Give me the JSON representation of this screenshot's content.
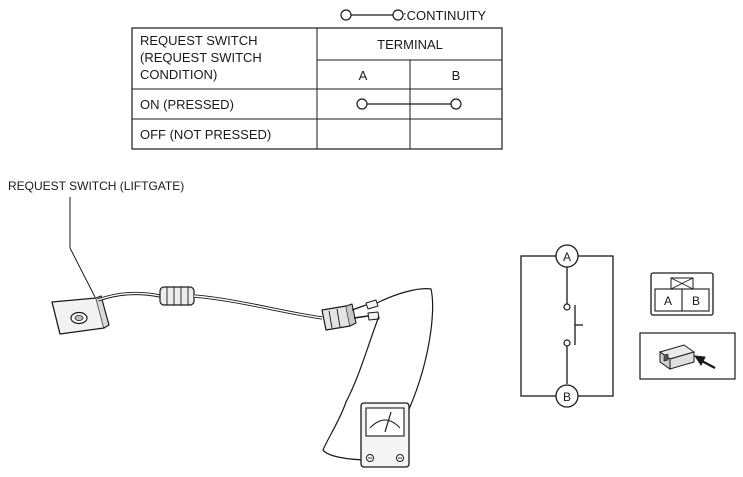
{
  "legend": {
    "symbol": "continuity-symbol",
    "label": ":CONTINUITY"
  },
  "table": {
    "condition_header": [
      "REQUEST SWITCH",
      "(REQUEST SWITCH",
      "CONDITION)"
    ],
    "terminal_header": "TERMINAL",
    "terminals": [
      "A",
      "B"
    ],
    "rows": [
      {
        "condition": "ON (PRESSED)",
        "continuity": true
      },
      {
        "condition": "OFF (NOT PRESSED)",
        "continuity": false
      }
    ]
  },
  "callout": {
    "label": "REQUEST SWITCH (LIFTGATE)"
  },
  "schematic": {
    "top_terminal": "A",
    "bottom_terminal": "B"
  },
  "connector": {
    "left_pin": "A",
    "right_pin": "B"
  },
  "icons": [
    "request-switch-illustration",
    "ohmmeter-icon",
    "connector-face-icon",
    "connector-view-arrow-icon",
    "switch-symbol-icon"
  ]
}
